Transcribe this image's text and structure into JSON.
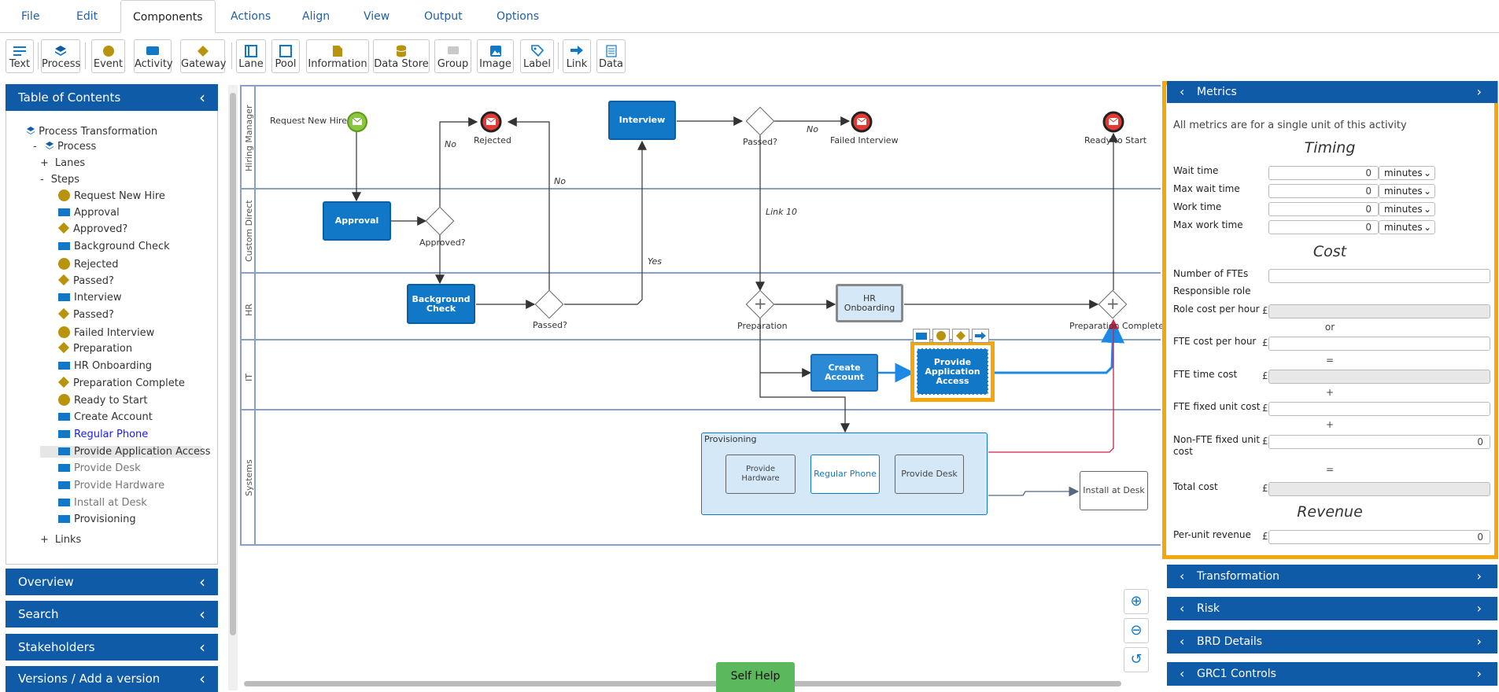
{
  "menu": {
    "file": "File",
    "edit": "Edit",
    "components": "Components",
    "actions": "Actions",
    "align": "Align",
    "view": "View",
    "output": "Output",
    "options": "Options"
  },
  "toolbar": {
    "text": "Text",
    "process": "Process",
    "event": "Event",
    "activity": "Activity",
    "gateway": "Gateway",
    "lane": "Lane",
    "pool": "Pool",
    "information": "Information",
    "data_store": "Data Store",
    "group": "Group",
    "image": "Image",
    "label": "Label",
    "link": "Link",
    "data": "Data"
  },
  "left_panel": {
    "toc_title": "Table of Contents",
    "tree": {
      "root": "Process Transformation",
      "process": "Process",
      "lanes": "Lanes",
      "steps": "Steps",
      "links": "Links",
      "items": [
        {
          "label": "Request New Hire",
          "icon": "event-circle"
        },
        {
          "label": "Approval",
          "icon": "activity-rect"
        },
        {
          "label": "Approved?",
          "icon": "gateway-diamond"
        },
        {
          "label": "Background Check",
          "icon": "activity-rect"
        },
        {
          "label": "Rejected",
          "icon": "event-circle"
        },
        {
          "label": "Passed?",
          "icon": "gateway-diamond"
        },
        {
          "label": "Interview",
          "icon": "activity-rect"
        },
        {
          "label": "Passed?",
          "icon": "gateway-diamond"
        },
        {
          "label": "Failed Interview",
          "icon": "event-circle"
        },
        {
          "label": "Preparation",
          "icon": "gateway-diamond"
        },
        {
          "label": "HR Onboarding",
          "icon": "activity-rect"
        },
        {
          "label": "Preparation Complete",
          "icon": "gateway-diamond"
        },
        {
          "label": "Ready to Start",
          "icon": "event-circle"
        },
        {
          "label": "Create Account",
          "icon": "activity-rect"
        },
        {
          "label": "Regular Phone",
          "icon": "activity-rect"
        },
        {
          "label": "Provide Application Access",
          "icon": "activity-rect"
        },
        {
          "label": "Provide Desk",
          "icon": "activity-rect"
        },
        {
          "label": "Provide Hardware",
          "icon": "activity-rect"
        },
        {
          "label": "Install at Desk",
          "icon": "activity-rect"
        },
        {
          "label": "Provisioning",
          "icon": "activity-rect"
        }
      ]
    },
    "sections": {
      "overview": "Overview",
      "search": "Search",
      "stakeholders": "Stakeholders",
      "versions": "Versions / Add a version"
    }
  },
  "diagram": {
    "lanes": {
      "hiring_manager": "Hiring Manager",
      "custom_direct": "Custom Direct",
      "hr": "HR",
      "it": "IT",
      "systems": "Systems"
    },
    "request_new_hire": "Request New Hire",
    "rejected": "Rejected",
    "interview": "Interview",
    "passed_top": "Passed?",
    "failed_interview": "Failed Interview",
    "ready_to_start": "Ready to Start",
    "approval": "Approval",
    "approved": "Approved?",
    "background_check": "Background Check",
    "passed_hr": "Passed?",
    "preparation": "Preparation",
    "hr_onboarding": "HR Onboarding",
    "preparation_complete": "Preparation Complete",
    "create_account": "Create Account",
    "provide_app_access": "Provide Application Access",
    "provisioning": "Provisioning",
    "provide_hardware": "Provide Hardware",
    "regular_phone": "Regular Phone",
    "provide_desk": "Provide Desk",
    "install_at_desk": "Install at Desk",
    "edge_no_1": "No",
    "edge_no_2": "No",
    "edge_no_3": "No",
    "edge_yes": "Yes",
    "edge_link10": "Link 10"
  },
  "self_help": "Self Help",
  "metrics": {
    "header": "Metrics",
    "note": "All metrics are for a single unit of this activity",
    "timing_title": "Timing",
    "wait_time": {
      "label": "Wait time",
      "value": "0",
      "unit": "minutes"
    },
    "max_wait_time": {
      "label": "Max wait time",
      "value": "0",
      "unit": "minutes"
    },
    "work_time": {
      "label": "Work time",
      "value": "0",
      "unit": "minutes"
    },
    "max_work_time": {
      "label": "Max work time",
      "value": "0",
      "unit": "minutes"
    },
    "cost_title": "Cost",
    "number_of_ftes": "Number of FTEs",
    "responsible_role": "Responsible role",
    "role_cost_per_hour": "Role cost per hour",
    "or": "or",
    "fte_cost_per_hour": "FTE cost per hour",
    "equals1": "=",
    "fte_time_cost": "FTE time cost",
    "plus1": "+",
    "fte_fixed_unit_cost": "FTE fixed unit cost",
    "plus2": "+",
    "non_fte_fixed_unit_cost": "Non-FTE fixed unit cost",
    "non_fte_value": "0",
    "equals2": "=",
    "total_cost": "Total cost",
    "revenue_title": "Revenue",
    "per_unit_revenue": "Per-unit revenue",
    "per_unit_revenue_value": "0",
    "currency": "£"
  },
  "right_sections": {
    "transformation": "Transformation",
    "risk": "Risk",
    "brd_details": "BRD Details",
    "grc1_controls": "GRC1 Controls"
  },
  "colors": {
    "brand_blue": "#0f5ba7",
    "task_blue": "#1178c8",
    "highlight": "#f5a70a",
    "event_gold": "#b8930e"
  }
}
